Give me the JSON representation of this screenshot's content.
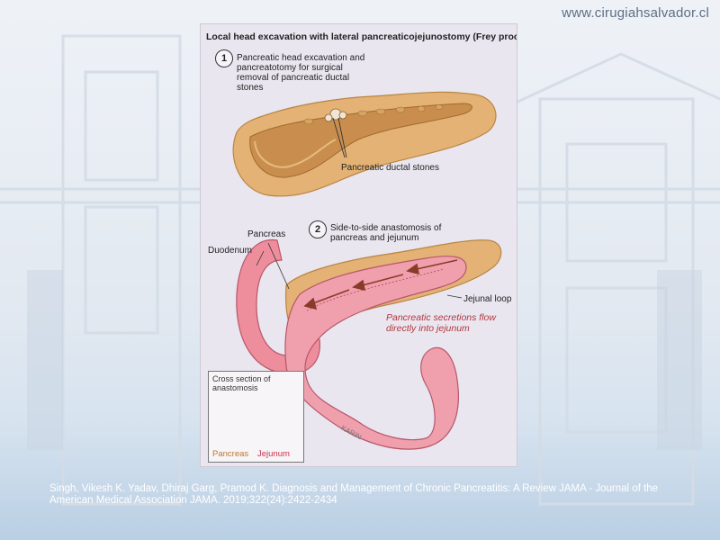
{
  "site_url": "www.cirugiahsalvador.cl",
  "figure": {
    "title": "Local head excavation with lateral pancreaticojejunostomy (Frey procedure)",
    "step1": {
      "number": "1",
      "text": "Pancreatic head excavation and pancreatotomy for surgical removal of pancreatic ductal stones"
    },
    "label_stones": "Pancreatic ductal stones",
    "step2": {
      "number": "2",
      "text": "Side-to-side anastomosis of pancreas and jejunum"
    },
    "label_pancreas": "Pancreas",
    "label_duodenum": "Duodenum",
    "label_jejunal_loop": "Jejunal loop",
    "secretions_note": "Pancreatic secretions flow directly into jejunum",
    "cross_section": {
      "title": "Cross section of anastomosis",
      "label_pancreas": "Pancreas",
      "label_jejunum": "Jejunum"
    },
    "signature": "KARIN"
  },
  "citation": "Singh, Vikesh K. Yadav, Dhiraj Garg, Pramod K. Diagnosis and Management of Chronic Pancreatitis: A Review JAMA - Journal of the American Medical Association JAMA. 2019;322(24):2422-2434",
  "colors": {
    "pancreas": "#e8b877",
    "jejunum": "#ef8b9b",
    "secretions_text": "#b3363c",
    "background_bottom": "#b9cfe4"
  }
}
